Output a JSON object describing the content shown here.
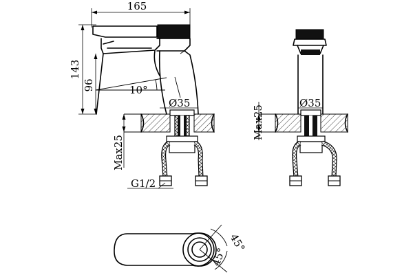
{
  "dimensions": {
    "overall_width": "165",
    "overall_height": "143",
    "spout_height": "96",
    "spout_angle": "10°",
    "hole_diameter_side": "Ø35",
    "hole_diameter_front": "Ø35",
    "max_deck_side": "Max25",
    "max_deck_front": "Max25",
    "thread": "G1/2",
    "handle_angle_top": "45°",
    "handle_angle_bottom": "45°"
  }
}
